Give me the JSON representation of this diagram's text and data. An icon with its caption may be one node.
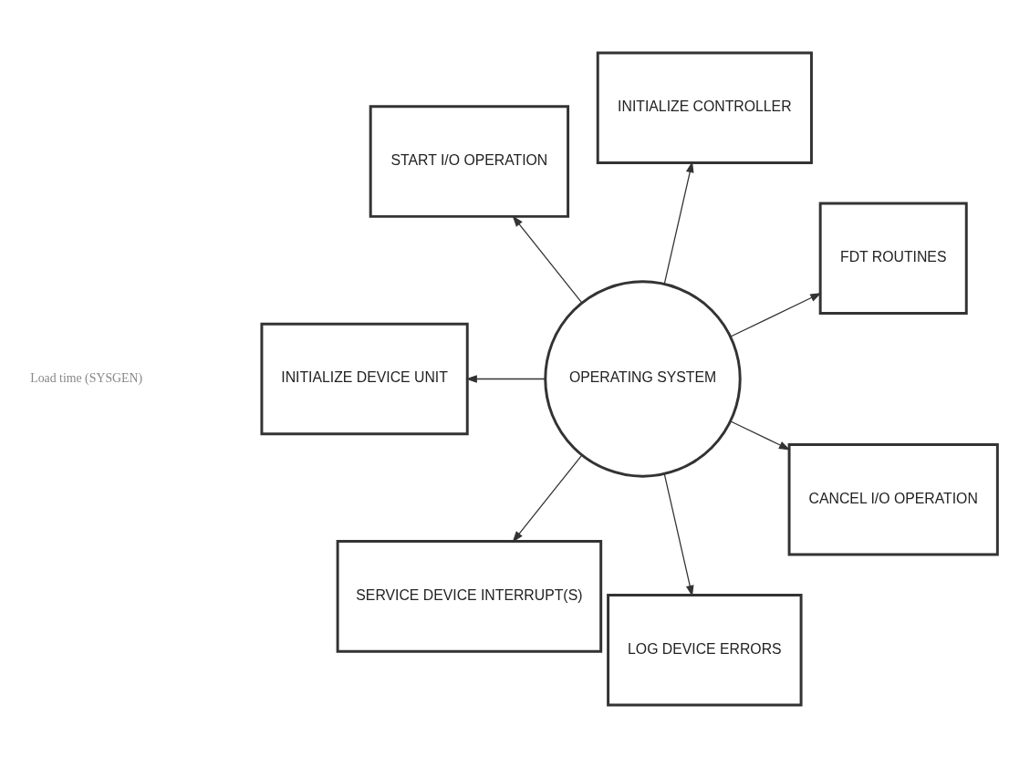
{
  "diagram": {
    "nodes": [
      {
        "text": [
          "FDT ROUTINES"
        ]
      },
      {
        "text": [
          "INITIALIZE CONTROLLER"
        ]
      },
      {
        "text": [
          "START I/O OPERATION"
        ]
      },
      {
        "text": [
          "INITIALIZE DEVICE UNIT"
        ]
      },
      {
        "text": [
          "OPERATING SYSTEM"
        ]
      },
      {
        "text": [
          "SERVICE DEVICE INTERRUPT(S)"
        ]
      },
      {
        "text": [
          "LOG DEVICE ERRORS"
        ]
      },
      {
        "text": [
          "CANCEL I/O OPERATION"
        ]
      }
    ],
    "edges": [
      {
        "from": 4,
        "to": 0,
        "arrow": "to"
      },
      {
        "from": 4,
        "to": 2,
        "arrow": "to"
      },
      {
        "from": 4,
        "to": 5,
        "arrow": "to"
      },
      {
        "from": 4,
        "to": 7,
        "arrow": "to"
      },
      {
        "from": 4,
        "to": 6,
        "arrow": "to"
      },
      {
        "from": 4,
        "to": 3,
        "arrow": "to"
      },
      {
        "from": 4,
        "to": 1,
        "arrow": "to"
      }
    ],
    "labels": [
      "Load time (SYSGEN)"
    ]
  }
}
